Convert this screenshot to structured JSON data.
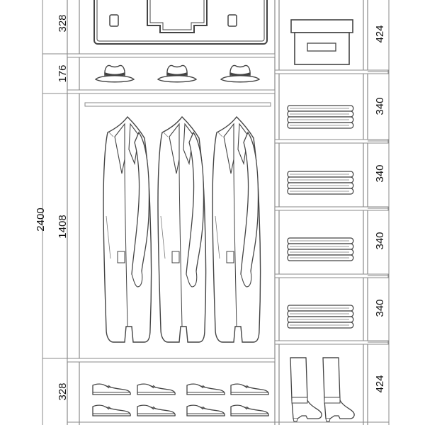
{
  "dimensions": {
    "total_height": "2400",
    "left": {
      "top_shelf": "328",
      "hat_shelf": "176",
      "hanging": "1408",
      "shoe_shelf": "328"
    },
    "right": {
      "box_shelf": "424",
      "shelf_1": "340",
      "shelf_2": "340",
      "shelf_3": "340",
      "shelf_4": "340",
      "boot_shelf": "424"
    }
  },
  "items": {
    "suitcase": "suitcase-icon",
    "hats": [
      "hat-icon",
      "hat-icon",
      "hat-icon"
    ],
    "jackets": [
      "jacket-icon",
      "jacket-icon",
      "jacket-icon"
    ],
    "shoes": [
      "shoe-icon",
      "shoe-icon",
      "shoe-icon",
      "shoe-icon",
      "shoe-icon",
      "shoe-icon",
      "shoe-icon",
      "shoe-icon"
    ],
    "storage_box": "storage-box-icon",
    "folded_clothes": [
      "folded-clothes-icon",
      "folded-clothes-icon",
      "folded-clothes-icon",
      "folded-clothes-icon"
    ],
    "boots": [
      "boot-icon",
      "boot-icon"
    ]
  },
  "colors": {
    "line": "#555555",
    "frame": "#8a8a8a",
    "text": "#111111"
  }
}
